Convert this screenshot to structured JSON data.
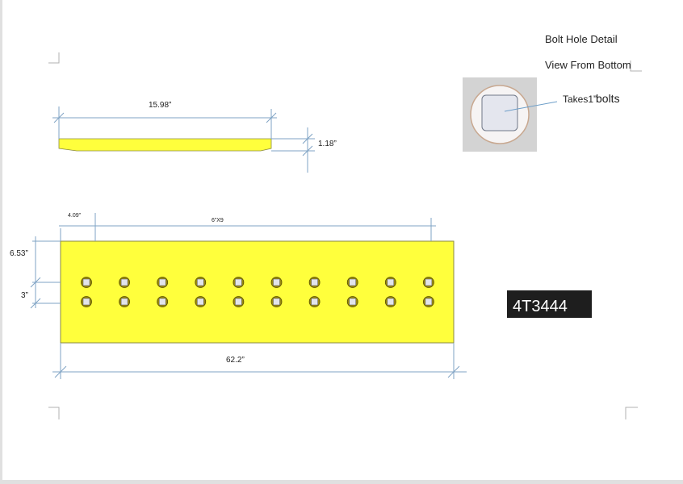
{
  "header": {
    "title": "Bolt Hole Detail",
    "subtitle": "View From Bottom"
  },
  "bolt_detail": {
    "label_prefix": "Takes1”",
    "label_suffix": "bolts"
  },
  "side_view": {
    "length": "15.98”",
    "thickness": "1.18”"
  },
  "top_view": {
    "edge_offset": "4.09”",
    "spacing": "6”X9",
    "height_to_holes": "6.53”",
    "row_spacing": "3”",
    "total_length": "62.2”",
    "hole_columns": 10,
    "hole_rows": 2
  },
  "part_number": "4T3444",
  "colors": {
    "plate": "#ffff3c",
    "dimension": "#7fa3c4",
    "label_bg": "#1e1e1e"
  }
}
